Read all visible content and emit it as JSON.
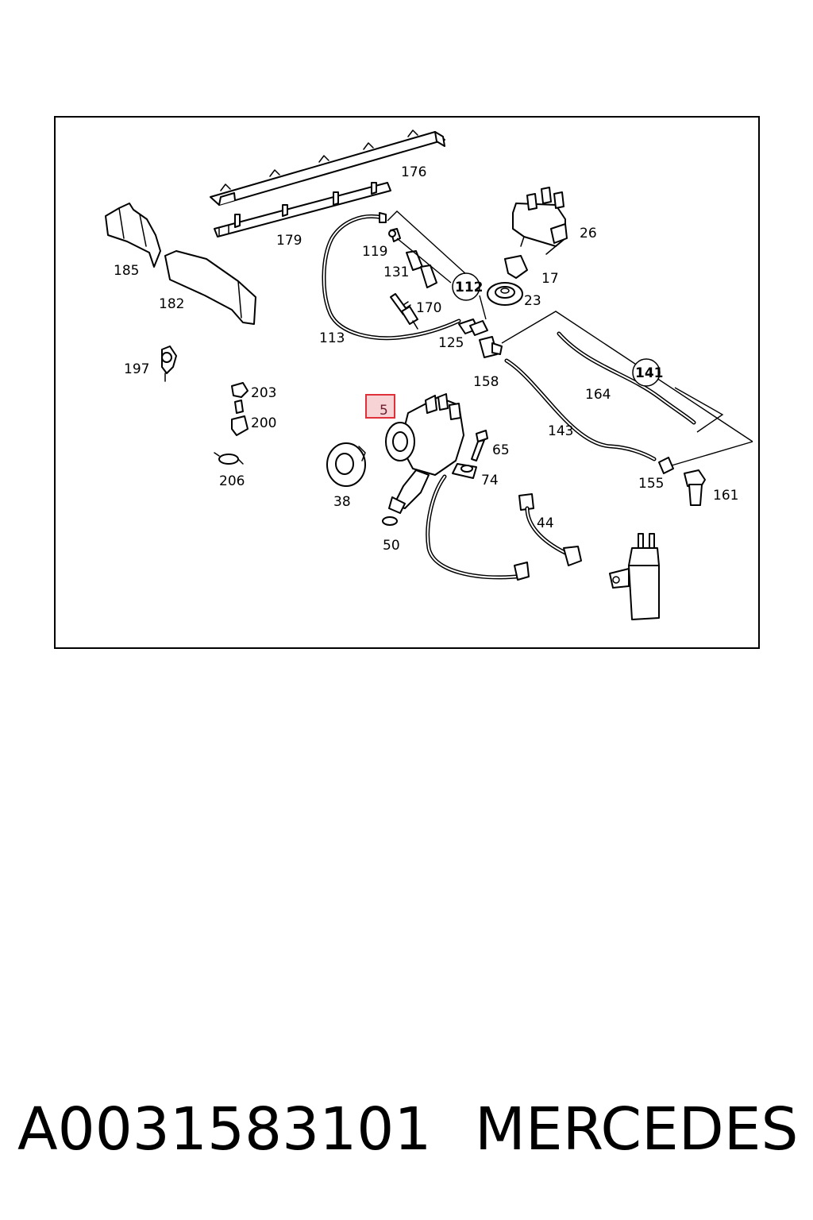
{
  "diagram": {
    "highlighted_callout": "5",
    "callouts": [
      "176",
      "179",
      "185",
      "182",
      "119",
      "131",
      "112",
      "170",
      "113",
      "125",
      "26",
      "17",
      "23",
      "197",
      "203",
      "200",
      "206",
      "38",
      "50",
      "65",
      "74",
      "158",
      "141",
      "164",
      "143",
      "155",
      "161",
      "44"
    ]
  },
  "caption": {
    "part_number": "A0031583101",
    "brand": "MERCEDES"
  },
  "colors": {
    "highlight_border": "#e0303a",
    "highlight_fill": "#f7d3d6",
    "line": "#000000"
  }
}
